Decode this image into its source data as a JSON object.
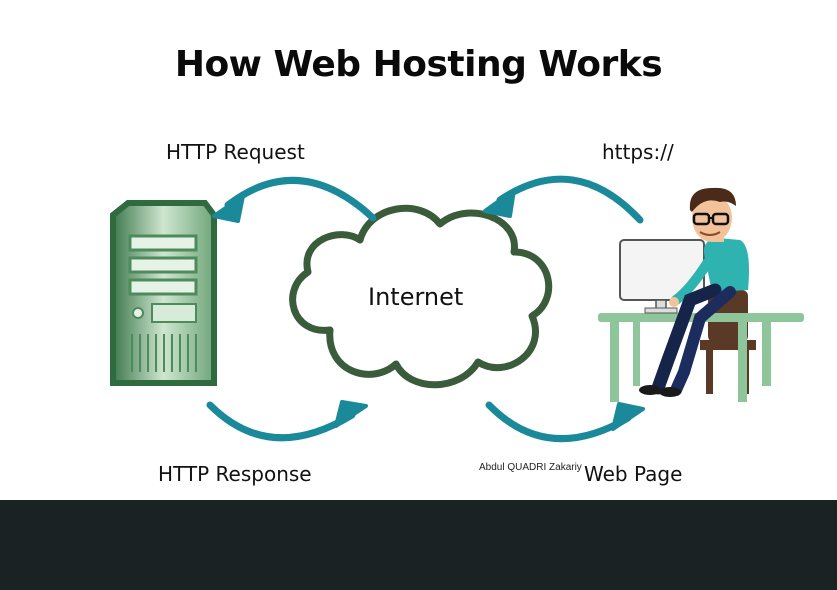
{
  "diagram": {
    "title": "How Web Hosting Works",
    "labels": {
      "http_request": "HTTP Request",
      "https": "https://",
      "internet": "Internet",
      "http_response": "HTTP Response",
      "web_page": "Web Page",
      "credit": "Abdul QUADRI Zakariy"
    },
    "colors": {
      "arrow": "#1a8a9a",
      "cloud_stroke": "#3a5c3a",
      "server_dark": "#3f7a4e",
      "server_light": "#cfe6cf",
      "desk": "#8fc59a",
      "shirt": "#2fb3b0",
      "footer": "#1b2224"
    }
  }
}
